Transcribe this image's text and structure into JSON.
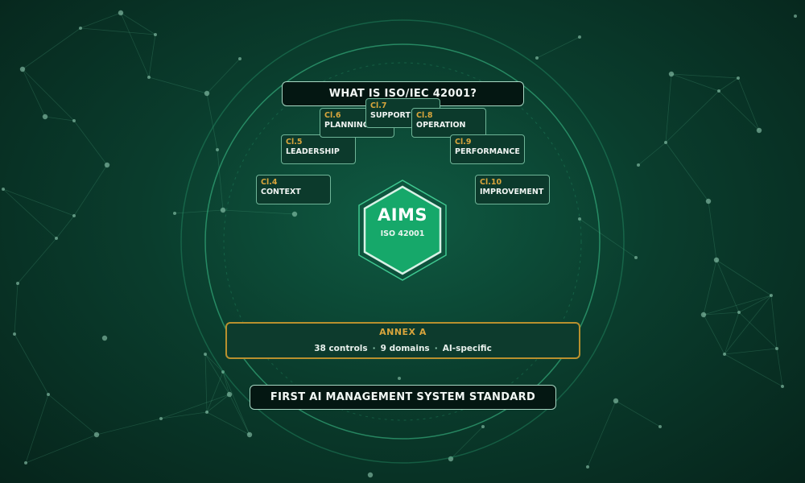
{
  "title": "WHAT IS ISO/IEC 42001?",
  "center": {
    "title": "AIMS",
    "subtitle": "ISO 42001"
  },
  "clauses": [
    {
      "code": "Cl.4",
      "name": "CONTEXT"
    },
    {
      "code": "Cl.5",
      "name": "LEADERSHIP"
    },
    {
      "code": "Cl.6",
      "name": "PLANNING"
    },
    {
      "code": "Cl.7",
      "name": "SUPPORT"
    },
    {
      "code": "Cl.8",
      "name": "OPERATION"
    },
    {
      "code": "Cl.9",
      "name": "PERFORMANCE"
    },
    {
      "code": "Cl.10",
      "name": "IMPROVEMENT"
    }
  ],
  "annex": {
    "title": "ANNEX A",
    "controls": "38 controls",
    "domains": "9 domains",
    "scope": "AI-specific",
    "separator": "·"
  },
  "footer": "FIRST AI MANAGEMENT SYSTEM STANDARD",
  "colors": {
    "background": "#0a3d2d",
    "accent_green": "#16a86a",
    "gold": "#d8a53c",
    "ring": "#3fc890"
  }
}
